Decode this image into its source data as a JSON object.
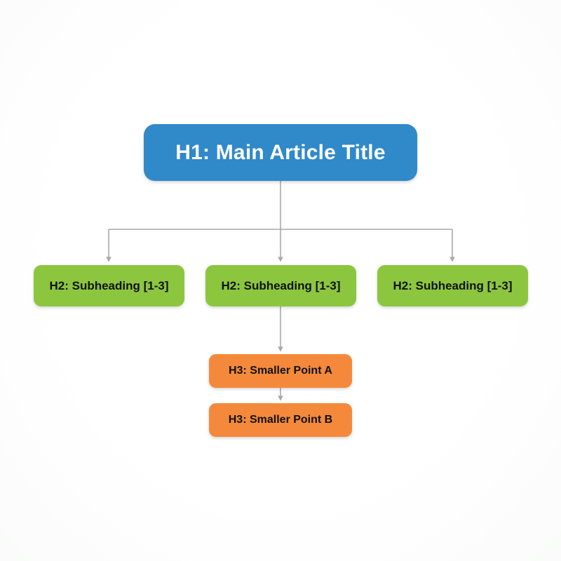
{
  "diagram": {
    "type": "tree-hierarchy",
    "background_color": "#fdfdfd",
    "title_node": {
      "label": "H1: Main Article Title",
      "level": "H1",
      "color": "#3089c9",
      "text_color": "#ffffff"
    },
    "level2_nodes": [
      {
        "label": "H2: Subheading [1-3]",
        "level": "H2",
        "color": "#8cc63f",
        "text_color": "#111111"
      },
      {
        "label": "H2: Subheading [1-3]",
        "level": "H2",
        "color": "#8cc63f",
        "text_color": "#111111"
      },
      {
        "label": "H2: Subheading [1-3]",
        "level": "H2",
        "color": "#8cc63f",
        "text_color": "#111111"
      }
    ],
    "level3_nodes": [
      {
        "label": "H3: Smaller Point A",
        "level": "H3",
        "color": "#f4893c",
        "text_color": "#111111"
      },
      {
        "label": "H3: Smaller Point B",
        "level": "H3",
        "color": "#f4893c",
        "text_color": "#111111"
      }
    ],
    "connector": {
      "color": "#a8a8a8",
      "stroke_width": 1.6,
      "arrow_style": "filled-triangle"
    }
  }
}
